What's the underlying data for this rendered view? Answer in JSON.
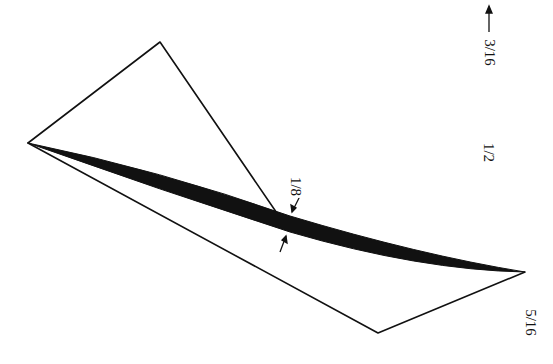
{
  "diagram": {
    "labels": [
      "1/8",
      "3/16",
      "1/2",
      "5/16"
    ]
  }
}
